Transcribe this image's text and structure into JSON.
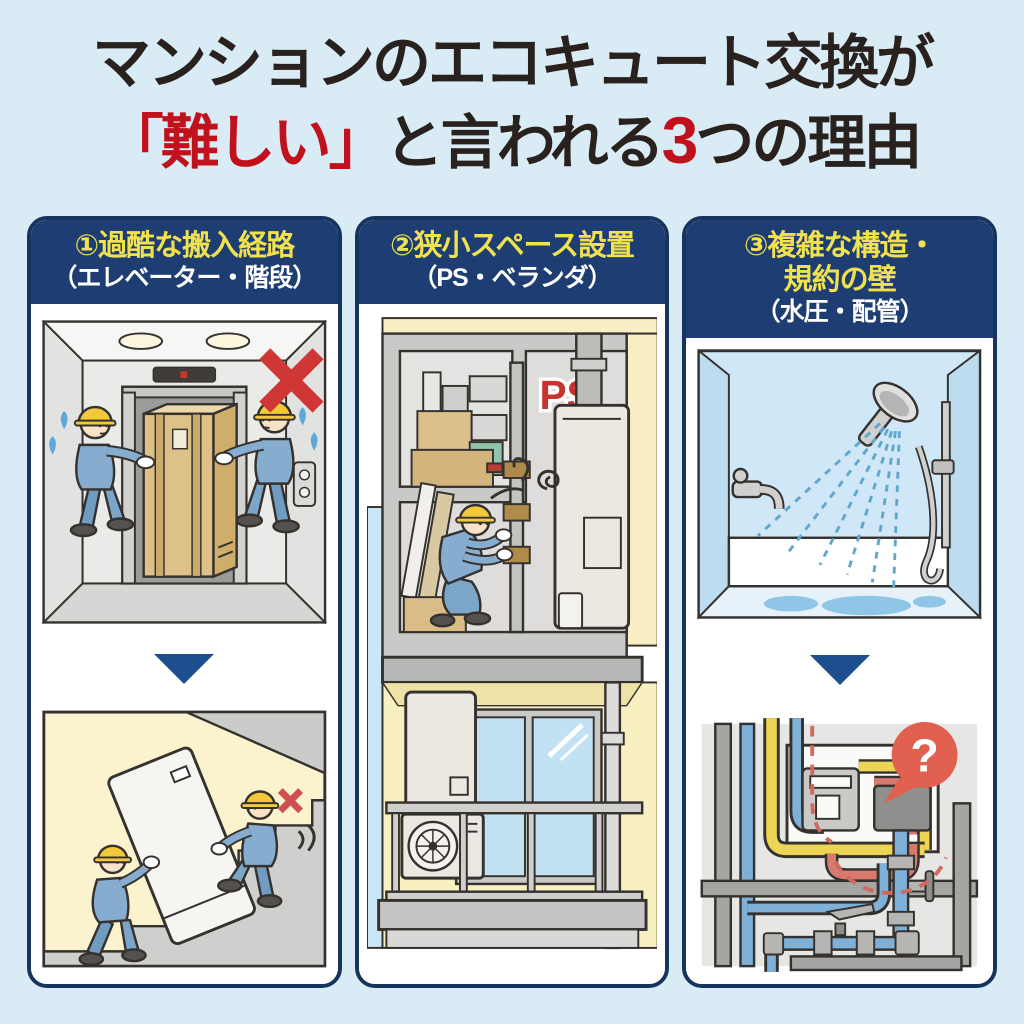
{
  "title": {
    "line1": "マンションのエコキュート交換が",
    "line2_seg1": "「難しい」",
    "line2_seg2": "と言われる",
    "line2_seg3": "3",
    "line2_seg4": "つの理由"
  },
  "panels": {
    "p1": {
      "heading": "①過酷な搬入経路",
      "subheading": "（エレベーター・階段）"
    },
    "p2": {
      "heading": "②狭小スペース設置",
      "subheading": "（PS・ベランダ）"
    },
    "p3": {
      "heading1": "③複雑な構造・",
      "heading2": "規約の壁",
      "subheading": "（水圧・配管）"
    }
  },
  "labels": {
    "pipe_shaft": "PS",
    "question_mark": "?"
  },
  "colors": {
    "page_background": "#d9ecf6",
    "panel_border": "#16345e",
    "header_background": "#1e3d72",
    "heading_yellow": "#f0e14e",
    "title_black": "#29211d",
    "title_red": "#c0121c",
    "arrow_blue": "#1d4f8e",
    "cross_red": "#cf3636",
    "question_bubble_red": "#e2604f"
  }
}
